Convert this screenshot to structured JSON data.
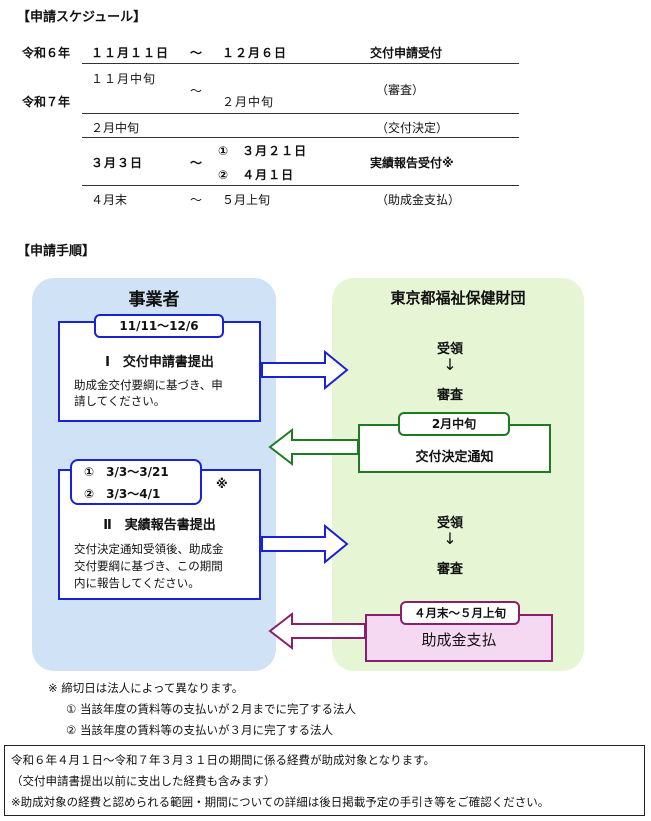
{
  "schedule": {
    "heading": "【申請スケジュール】",
    "year_r6": "令和６年",
    "year_r7": "令和７年",
    "tilde": "～",
    "rows": [
      {
        "start": "１１月１１日",
        "end": "１２月６日",
        "desc": "交付申請受付"
      },
      {
        "start": "１１月中旬",
        "end": "２月中旬",
        "desc": "（審査）"
      },
      {
        "start": "２月中旬",
        "end": "",
        "desc": "（交付決定）"
      },
      {
        "start": "３月３日",
        "end1": "①　３月２１日",
        "end2": "②　４月１日",
        "desc": "実績報告受付※"
      },
      {
        "start": "４月末",
        "end": "５月上旬",
        "desc": "（助成金支払）"
      }
    ]
  },
  "procedure": {
    "heading": "【申請手順】",
    "applicant": {
      "title": "事業者",
      "step1": {
        "period": "11/11～12/6",
        "title": "Ⅰ　交付申請書提出",
        "desc_line1": "助成金交付要綱に基づき、申",
        "desc_line2": "請してください。"
      },
      "step2": {
        "period1": "①　3/3～3/21",
        "period2": "②　3/3～4/1",
        "mark": "※",
        "title": "Ⅱ　実績報告書提出",
        "desc_line1": "交付決定通知受領後、助成金",
        "desc_line2": "交付要綱に基づき、この期間",
        "desc_line3": "内に報告してください。"
      }
    },
    "foundation": {
      "title": "東京都福祉保健財団",
      "receive1": "受領",
      "review1": "審査",
      "decision": {
        "period": "2月中旬",
        "title": "交付決定通知"
      },
      "receive2": "受領",
      "review2": "審査",
      "payment": {
        "period": "４月末～５月上旬",
        "title": "助成金支払"
      }
    },
    "arrow_glyph": "↓"
  },
  "notes": {
    "main": "※  締切日は法人によって異なります。",
    "item1": "①  当該年度の賃料等の支払いが２月までに完了する法人",
    "item2": "②  当該年度の賃料等の支払いが３月に完了する法人"
  },
  "footer": {
    "line1": "令和６年４月１日～令和７年３月３１日の期間に係る経費が助成対象となります。",
    "line2": "（交付申請書提出以前に支出した経費も含みます）",
    "line3": "※助成対象の経費と認められる範囲・期間についての詳細は後日掲載予定の手引き等をご確認ください。"
  },
  "colors": {
    "applicant_bg": "#cfe2f6",
    "foundation_bg": "#e6f5d4",
    "blue": "#1a22d6",
    "green": "#1f7a24",
    "purple": "#8a1f6e",
    "payment_bg": "#f5d9f2"
  }
}
